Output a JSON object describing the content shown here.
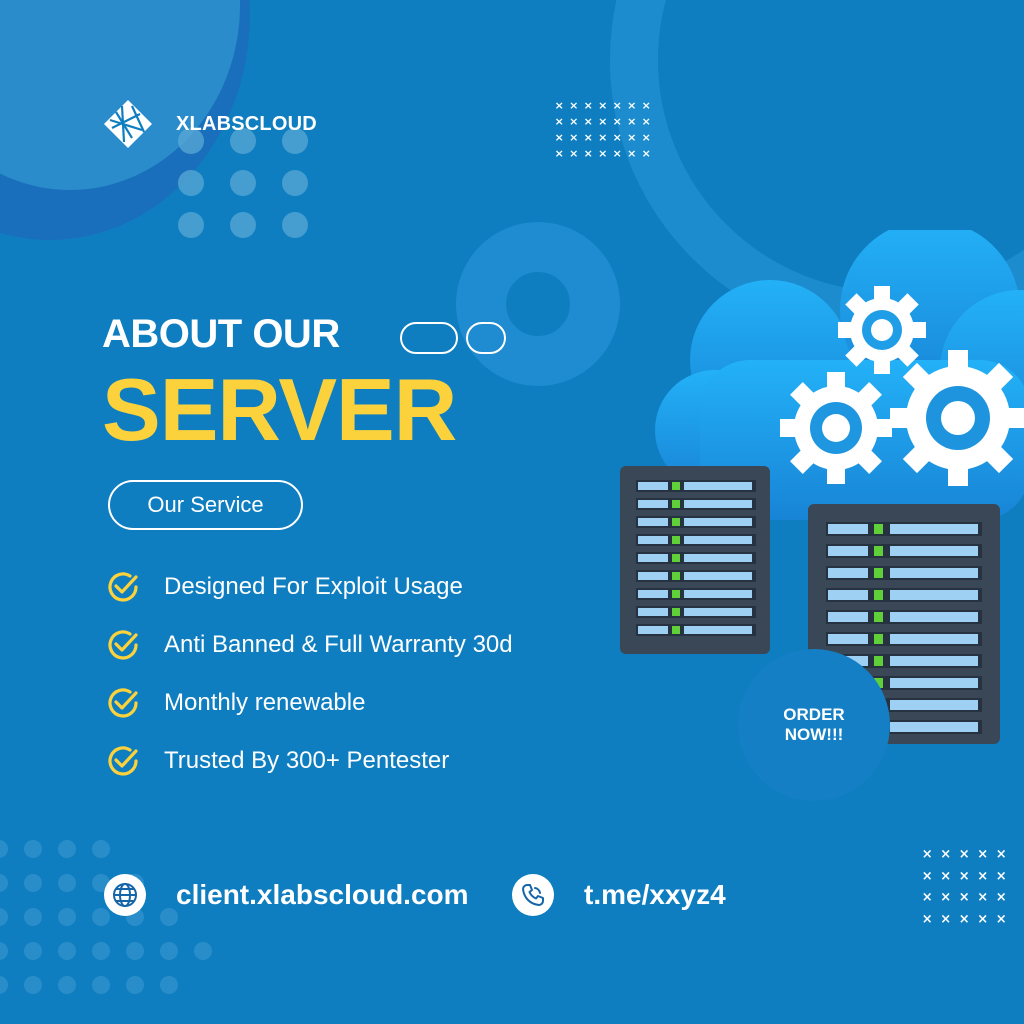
{
  "brand": {
    "name": "XLABSCLOUD",
    "logo_icon": "diamond-web-logo"
  },
  "headline": {
    "line1": "ABOUT OUR",
    "line2": "SERVER"
  },
  "service_button": {
    "label": "Our Service"
  },
  "features": [
    {
      "icon": "check-circle-icon",
      "text": "Designed For Exploit Usage"
    },
    {
      "icon": "check-circle-icon",
      "text": "Anti Banned & Full Warranty 30d"
    },
    {
      "icon": "check-circle-icon",
      "text": "Monthly renewable"
    },
    {
      "icon": "check-circle-icon",
      "text": "Trusted By 300+ Pentester"
    }
  ],
  "order_badge": {
    "line1": "ORDER",
    "line2": "NOW!!!"
  },
  "footer": {
    "website": {
      "icon": "globe-icon",
      "text": "client.xlabscloud.com"
    },
    "telegram": {
      "icon": "phone-icon",
      "text": "t.me/xxyz4"
    }
  },
  "colors": {
    "background": "#0f7ec0",
    "accent_yellow": "#fcd23c",
    "cloud": "#1fa3f0",
    "rack": "#3a4756",
    "slot": "#9ed0f4",
    "led": "#5fd03a"
  }
}
